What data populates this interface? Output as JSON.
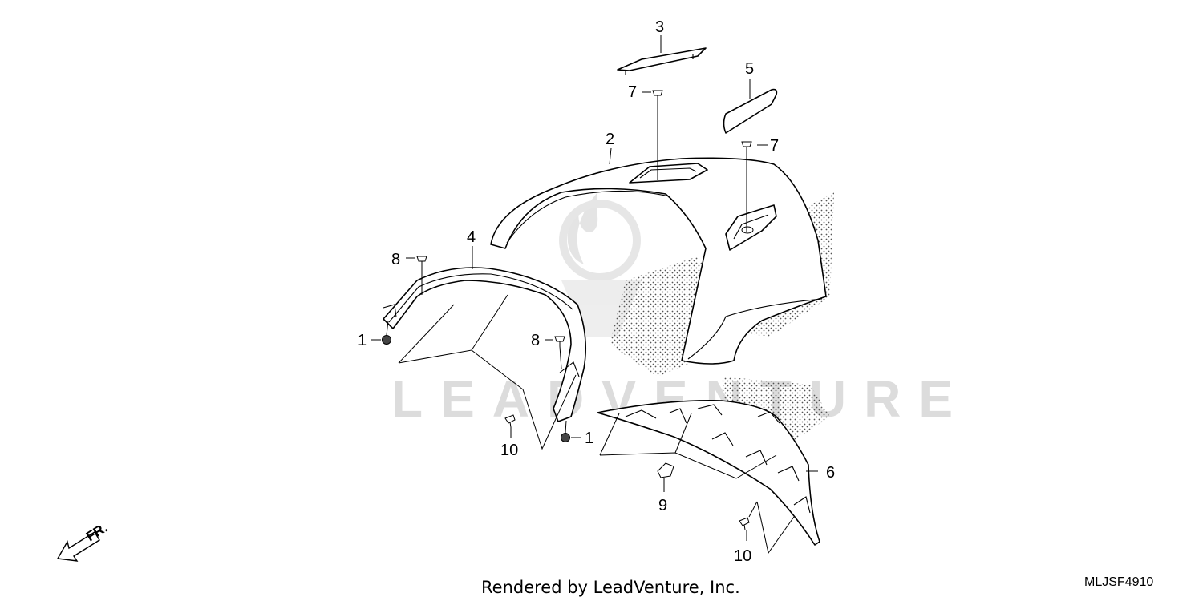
{
  "callouts": {
    "c1a": "1",
    "c1b": "1",
    "c2": "2",
    "c3": "3",
    "c4": "4",
    "c5": "5",
    "c6": "6",
    "c7a": "7",
    "c7b": "7",
    "c8a": "8",
    "c8b": "8",
    "c9": "9",
    "c10a": "10",
    "c10b": "10"
  },
  "direction_label": "FR.",
  "footer_text": "Rendered by LeadVenture, Inc.",
  "diagram_code": "MLJSF4910",
  "watermark_text": "LEADVENTURE"
}
